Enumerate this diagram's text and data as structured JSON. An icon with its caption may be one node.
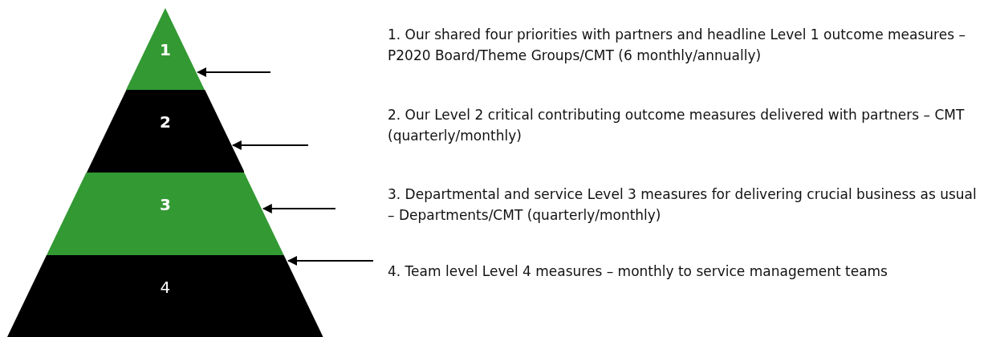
{
  "diagram": {
    "nodes": [
      {
        "text": [
          "1"
        ]
      },
      {
        "text": [
          "2"
        ]
      },
      {
        "text": [
          "3"
        ]
      },
      {
        "text": [
          "4"
        ]
      }
    ],
    "edges": [
      {
        "from": null,
        "to": 0,
        "arrow": "to"
      },
      {
        "from": null,
        "to": 1,
        "arrow": "to"
      },
      {
        "from": null,
        "to": 2,
        "arrow": "to"
      },
      {
        "from": null,
        "to": 3,
        "arrow": "to"
      }
    ],
    "labels": [
      "1. Our shared four priorities with partners and headline Level 1 outcome measures – P2020 Board/Theme Groups/CMT (6 monthly/annually)",
      "2. Our Level 2 critical contributing outcome measures delivered with partners – CMT (quarterly/monthly)",
      "3. Departmental and service Level 3 measures for delivering crucial business as usual – Departments/CMT (quarterly/monthly)",
      "4. Team level Level 4 measures – monthly to service management teams"
    ]
  }
}
